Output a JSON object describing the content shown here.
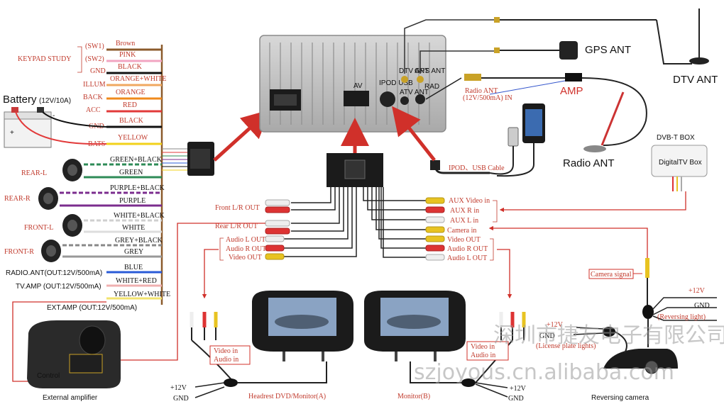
{
  "keypad": {
    "label": "KEYPAD STUDY",
    "sw1": "(SW1)",
    "sw2": "(SW2)",
    "gnd": "GND"
  },
  "battery": {
    "label": "Battery",
    "spec": "(12V/10A)",
    "plus": "+",
    "minus": "-"
  },
  "left_labels": [
    {
      "label": "ILLUM",
      "wire": "ORANGE+WHITE"
    },
    {
      "label": "BACK",
      "wire": "ORANGE"
    },
    {
      "label": "ACC",
      "wire": "RED"
    },
    {
      "label": "GND",
      "wire": "BLACK"
    },
    {
      "label": "BATS",
      "wire": "YELLOW"
    }
  ],
  "keypad_wires": [
    "Brown",
    "PINK",
    "BLACK"
  ],
  "speakers": [
    {
      "label": "REAR-L",
      "w1": "GREEN+BLACK",
      "w2": "GREEN"
    },
    {
      "label": "REAR-R",
      "w1": "PURPLE+BLACK",
      "w2": "PURPLE"
    },
    {
      "label": "FRONT-L",
      "w1": "WHITE+BLACK",
      "w2": "WHITE"
    },
    {
      "label": "FRONT-R",
      "w1": "GREY+BLACK",
      "w2": "GREY"
    }
  ],
  "outputs": [
    {
      "label": "RADIO.ANT(OUT:12V/500mA)",
      "wire": "BLUE"
    },
    {
      "label": "TV.AMP (OUT:12V/500mA)",
      "wire": "WHITE+RED"
    },
    {
      "label": "EXT.AMP (OUT:12V/500mA)",
      "wire": "YELLOW+WHITE"
    }
  ],
  "unit": {
    "dtv_ant": "DTV ANT",
    "gps_ant": "GPS ANT",
    "ipod_usb": "IPOD USB",
    "av": "AV",
    "atv_ant": "ATV ANT",
    "rad": "RAD"
  },
  "antennas": {
    "gps": "GPS ANT",
    "dtv": "DTV ANT",
    "amp": "AMP",
    "radio_in": "Radio ANT",
    "radio_in_spec": "(12V/500mA) IN",
    "radio_ant": "Radio ANT"
  },
  "ipod_cable": "IPOD、USB Cable",
  "dvbt": {
    "label": "DVB-T  BOX",
    "screen": "DigitalTV Box"
  },
  "av_left": [
    "Front L/R OUT",
    "Rear L/R OUT",
    "Audio L OUT",
    "Audio R OUT",
    "Video OUT"
  ],
  "av_right": [
    "AUX Video in",
    "AUX R in",
    "AUX L in",
    "Camera in",
    "Video OUT",
    "Audio R OUT",
    "Audio L OUT"
  ],
  "camera": {
    "signal": "Camera signal",
    "plus12": "+12V",
    "gnd": "GND",
    "reversing_light": "(Reversing light)",
    "label": "Reversing camera"
  },
  "license": {
    "plus12": "+12V",
    "gnd": "GND",
    "text": "(License plate lights)"
  },
  "monitor_a": {
    "label": "Headrest DVD/Monitor(A)",
    "video_audio": "Video in\nAudio in",
    "video": "Video in",
    "audio": "Audio in",
    "plus12": "+12V",
    "gnd": "GND"
  },
  "monitor_b": {
    "label": "Monitor(B)",
    "video": "Video in",
    "audio": "Audio in",
    "plus12": "+12V",
    "gnd": "GND"
  },
  "ext_amp": {
    "label": "External amplifier",
    "control": "Control"
  },
  "watermark": {
    "cn": "深圳市捷友电子有限公司",
    "url": "szjoyous.cn.alibaba.com"
  },
  "colors": {
    "red": "#d0302a",
    "wire_dark": "#222222",
    "brown": "#8b5a2b"
  }
}
